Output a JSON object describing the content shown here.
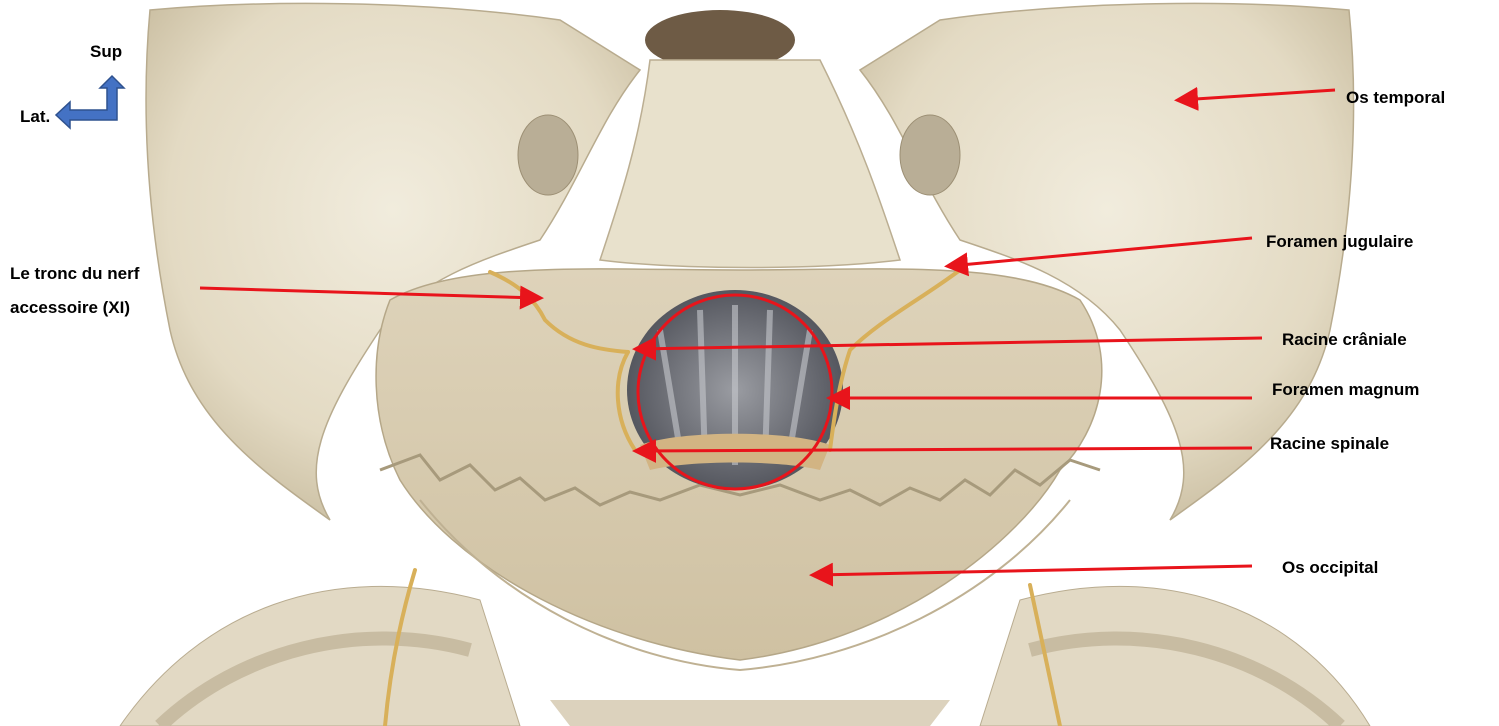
{
  "orientation": {
    "sup_label": "Sup",
    "lat_label": "Lat.",
    "arrow_icon": "corner-arrow-up-left-icon",
    "arrow_color": "#4472C4"
  },
  "labels": {
    "os_temporal": "Os temporal",
    "foramen_jugulaire": "Foramen jugulaire",
    "tronc_line1": "Le tronc du nerf",
    "tronc_line2": "accessoire (XI)",
    "racine_craniale": "Racine crâniale",
    "foramen_magnum": "Foramen magnum",
    "racine_spinale": "Racine spinale",
    "os_occipital": "Os occipital"
  },
  "colors": {
    "pointer_red": "#E8141B",
    "bone": "#E9E2CF",
    "nerve": "#D8B05A"
  }
}
